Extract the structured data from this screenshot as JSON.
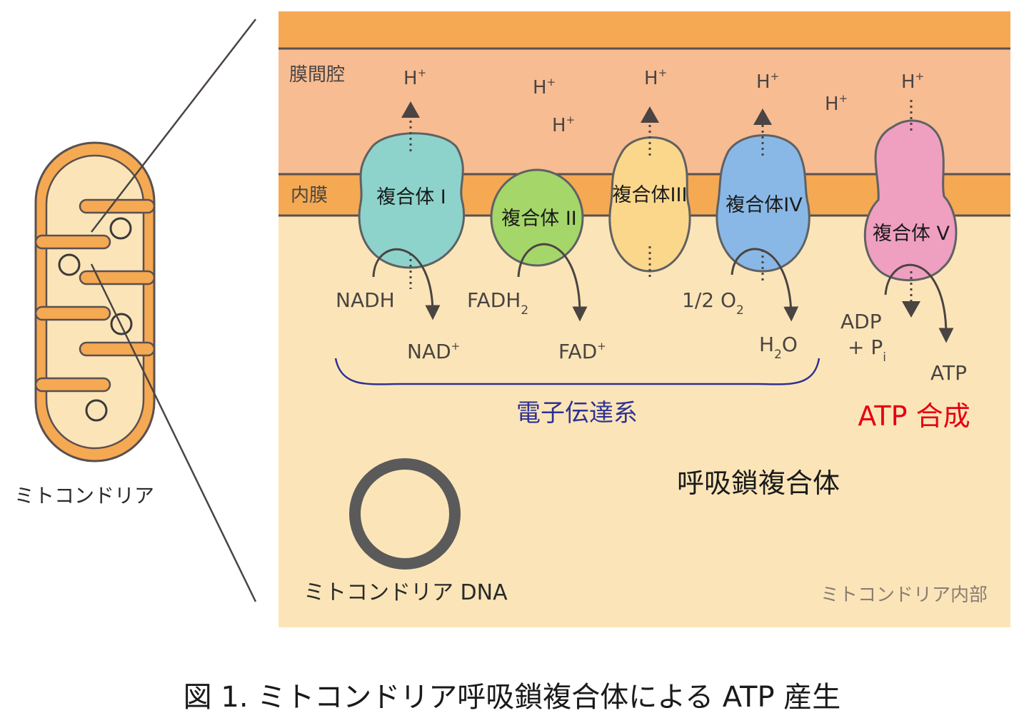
{
  "regions": {
    "intermembrane_space": "膜間腔",
    "inner_membrane": "内膜",
    "matrix": "ミトコンドリア内部"
  },
  "proton": {
    "symbol": "H",
    "charge": "+"
  },
  "complexes": [
    {
      "label": "複合体 I",
      "color": "#8dd3cb"
    },
    {
      "label": "複合体 II",
      "color": "#a5d66a"
    },
    {
      "label": "複合体III",
      "color": "#fbd78c"
    },
    {
      "label": "複合体IV",
      "color": "#8ab8e6"
    },
    {
      "label": "複合体 V",
      "color": "#ef9fbf"
    }
  ],
  "reactions": {
    "nadh": "NADH",
    "nad": {
      "base": "NAD",
      "charge": "+"
    },
    "fadh2": {
      "base": "FADH",
      "sub": "2"
    },
    "fad": {
      "base": "FAD",
      "charge": "+"
    },
    "o2": {
      "base": "1/2 O",
      "sub": "2"
    },
    "h2o": {
      "pre": "H",
      "sub": "2",
      "post": "O"
    },
    "adp": "ADP",
    "pi": {
      "base": "+ P",
      "sub": "i"
    },
    "atp": "ATP"
  },
  "labels": {
    "electron_transport_chain": "電子伝達系",
    "atp_synthesis": "ATP 合成",
    "respiratory_complex": "呼吸鎖複合体",
    "mito_dna": "ミトコンドリア DNA",
    "mitochondria": "ミトコンドリア"
  },
  "caption": "図 1. ミトコンドリア呼吸鎖複合体による ATP 産生",
  "colors": {
    "outer_membrane": "#f5a952",
    "intermembrane": "#f7bc92",
    "matrix": "#fbe5b8",
    "membrane_line": "#5a5050",
    "etc_text": "#2e3192",
    "atp_text": "#e60012"
  }
}
